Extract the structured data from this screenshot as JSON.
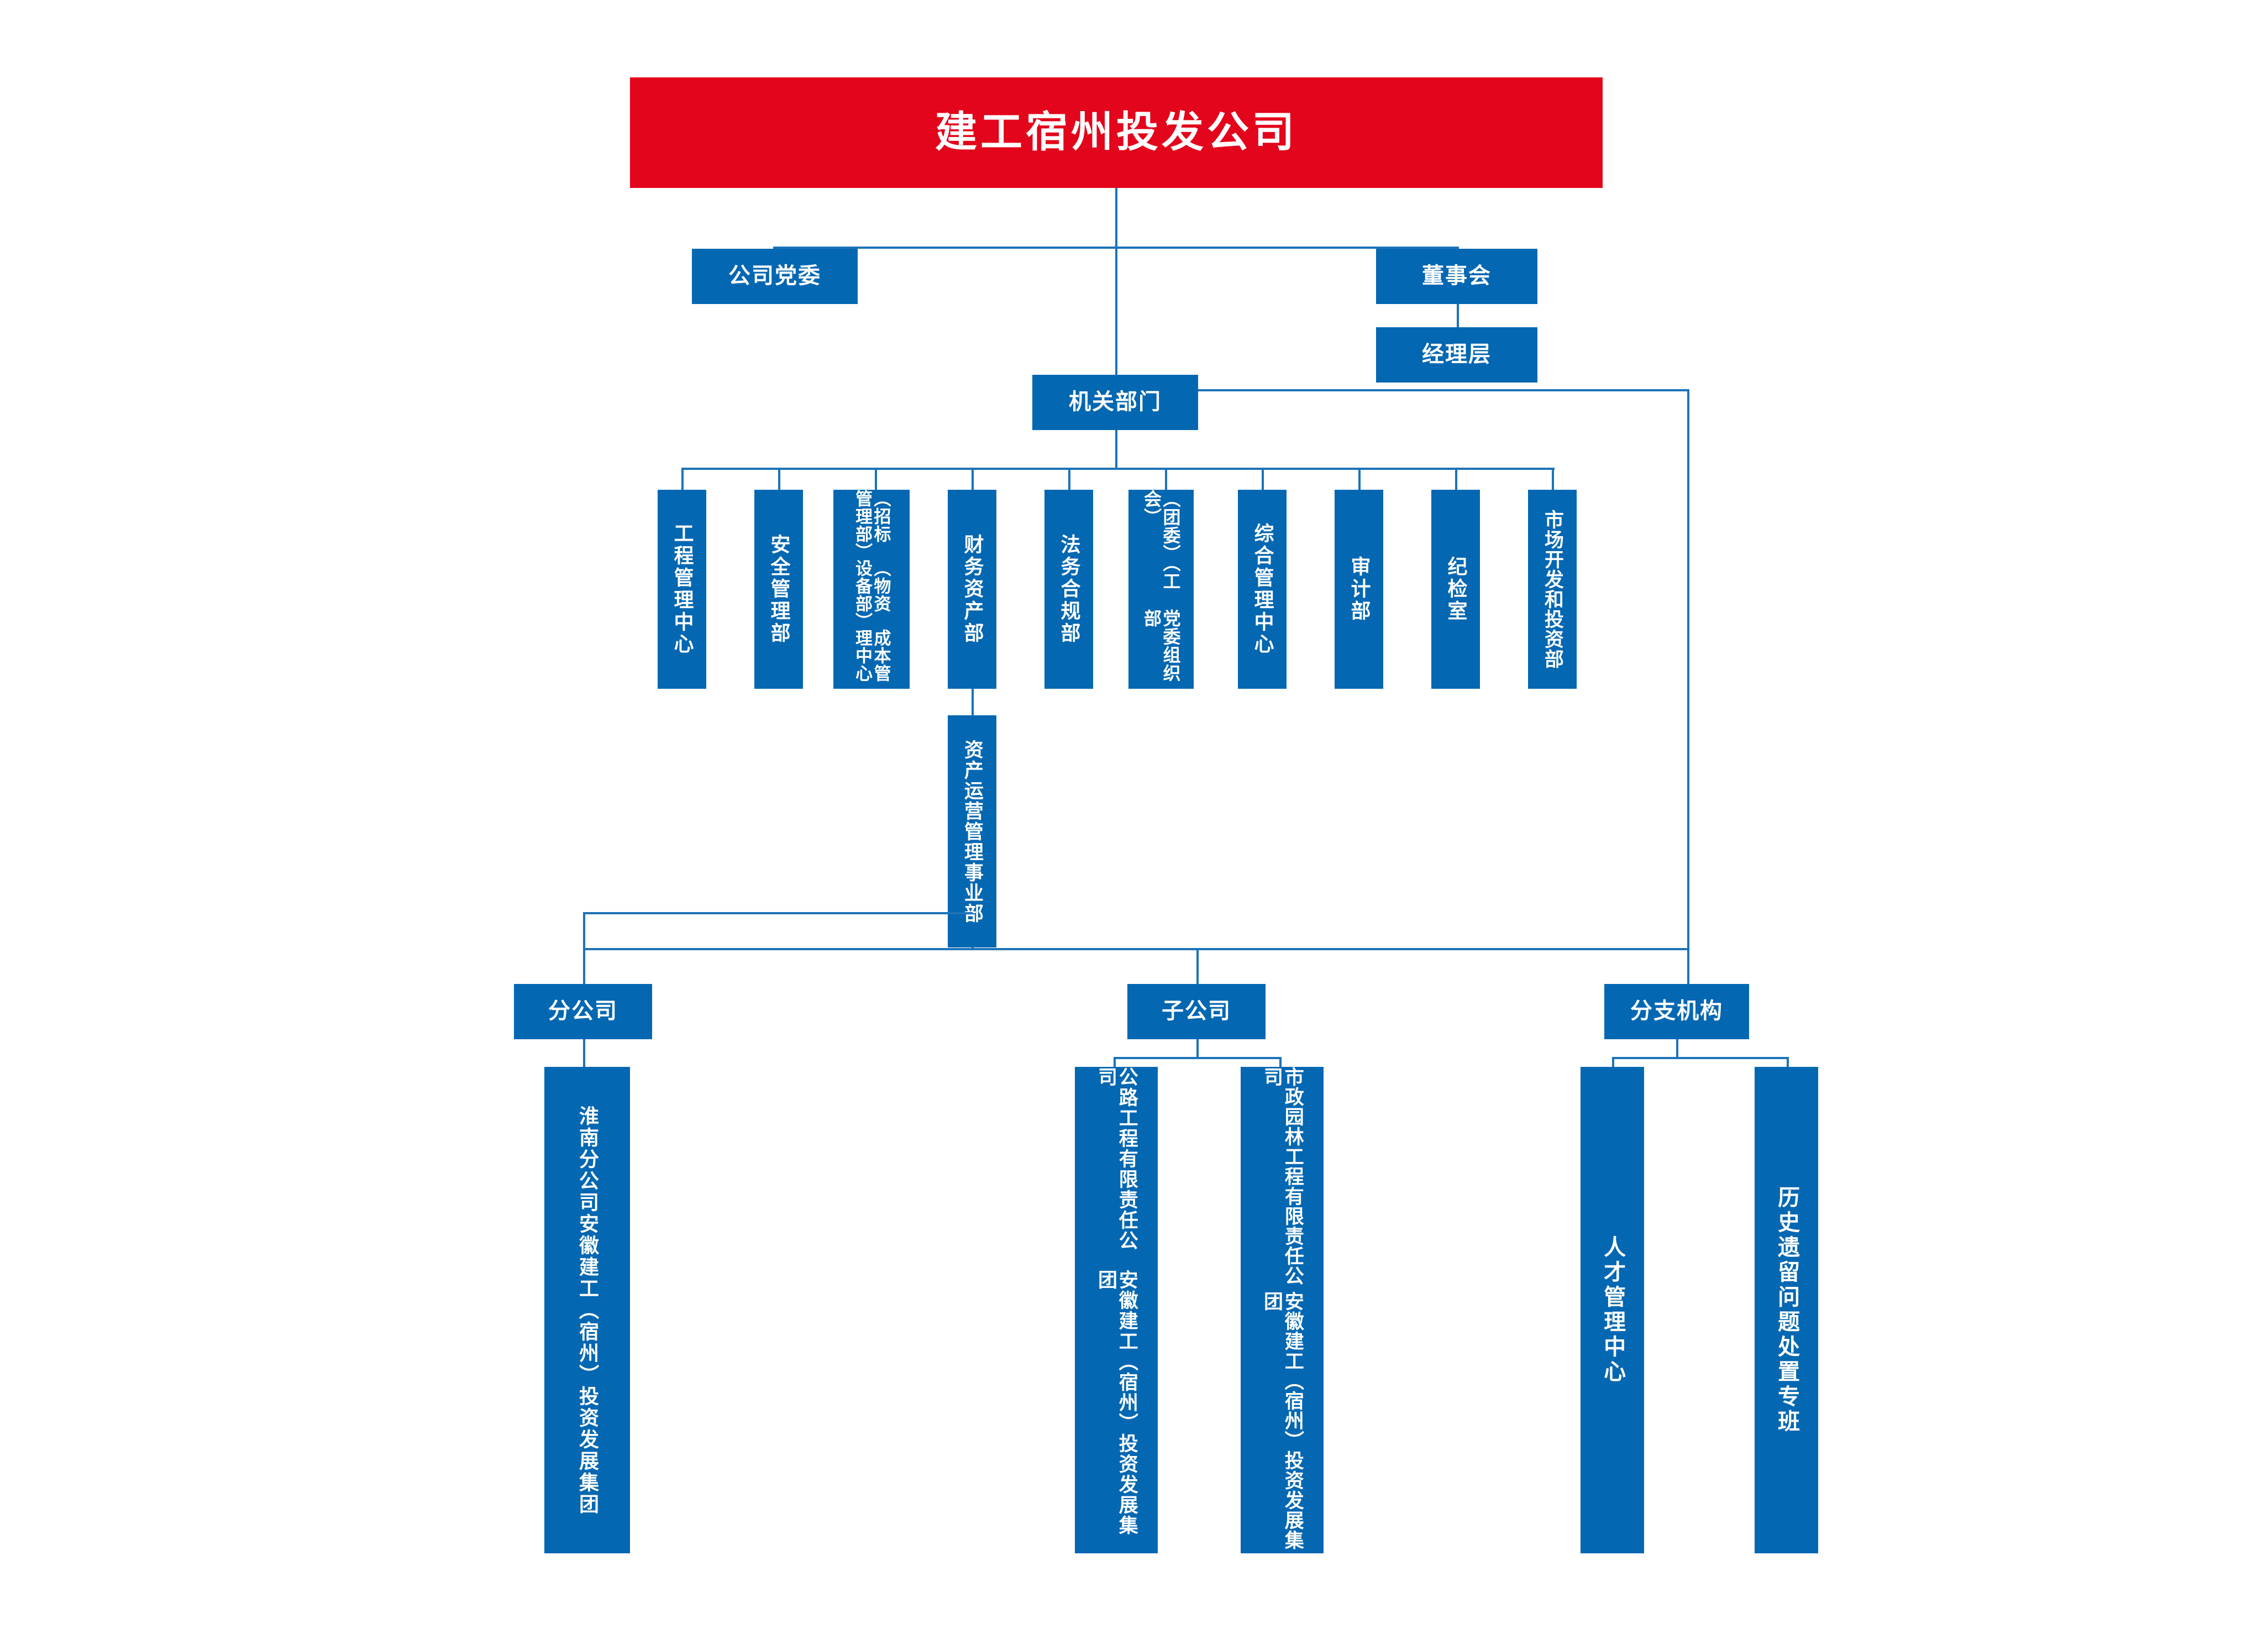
{
  "chart": {
    "kind": "organization-chart",
    "colors": {
      "box_blue": "#0467B2",
      "title_red": "#E3051B",
      "connector": "#1C73B8",
      "text": "#FFFFFF",
      "background": "#FFFFFF"
    },
    "title": {
      "label": "建工宿州投发公司"
    },
    "level2": [
      {
        "label": "公司党委"
      },
      {
        "label": "董事会"
      }
    ],
    "level3": [
      {
        "label": "经理层"
      },
      {
        "label": "机关部门"
      }
    ],
    "departments": [
      {
        "lines": [
          "工程管理中心"
        ]
      },
      {
        "lines": [
          "安全管理部"
        ]
      },
      {
        "lines": [
          "成本管理中心",
          "（物资设备部）",
          "（招标管理部）"
        ]
      },
      {
        "lines": [
          "财务资产部"
        ]
      },
      {
        "lines": [
          "法务合规部"
        ]
      },
      {
        "lines": [
          "党委组织部",
          "（团委）（工会）"
        ]
      },
      {
        "lines": [
          "综合管理中心"
        ]
      },
      {
        "lines": [
          "审计部"
        ]
      },
      {
        "lines": [
          "纪检室"
        ]
      },
      {
        "lines": [
          "市场开发和投资部"
        ]
      }
    ],
    "sub_department": {
      "lines": [
        "资产运营管理事业部"
      ]
    },
    "groups": [
      {
        "label": "分公司",
        "children": [
          {
            "lines": [
              "安徽建工（宿州）投资发展集团",
              "淮南分公司"
            ]
          }
        ]
      },
      {
        "label": "子公司",
        "children": [
          {
            "lines": [
              "安徽建工（宿州）投资发展集团",
              "公路工程有限责任公司"
            ]
          },
          {
            "lines": [
              "安徽建工（宿州）投资发展集团",
              "市政园林工程有限责任公司"
            ]
          }
        ]
      },
      {
        "label": "分支机构",
        "children": [
          {
            "lines": [
              "人才管理中心"
            ]
          },
          {
            "lines": [
              "历史遗留问题处置专班"
            ]
          }
        ]
      }
    ]
  }
}
